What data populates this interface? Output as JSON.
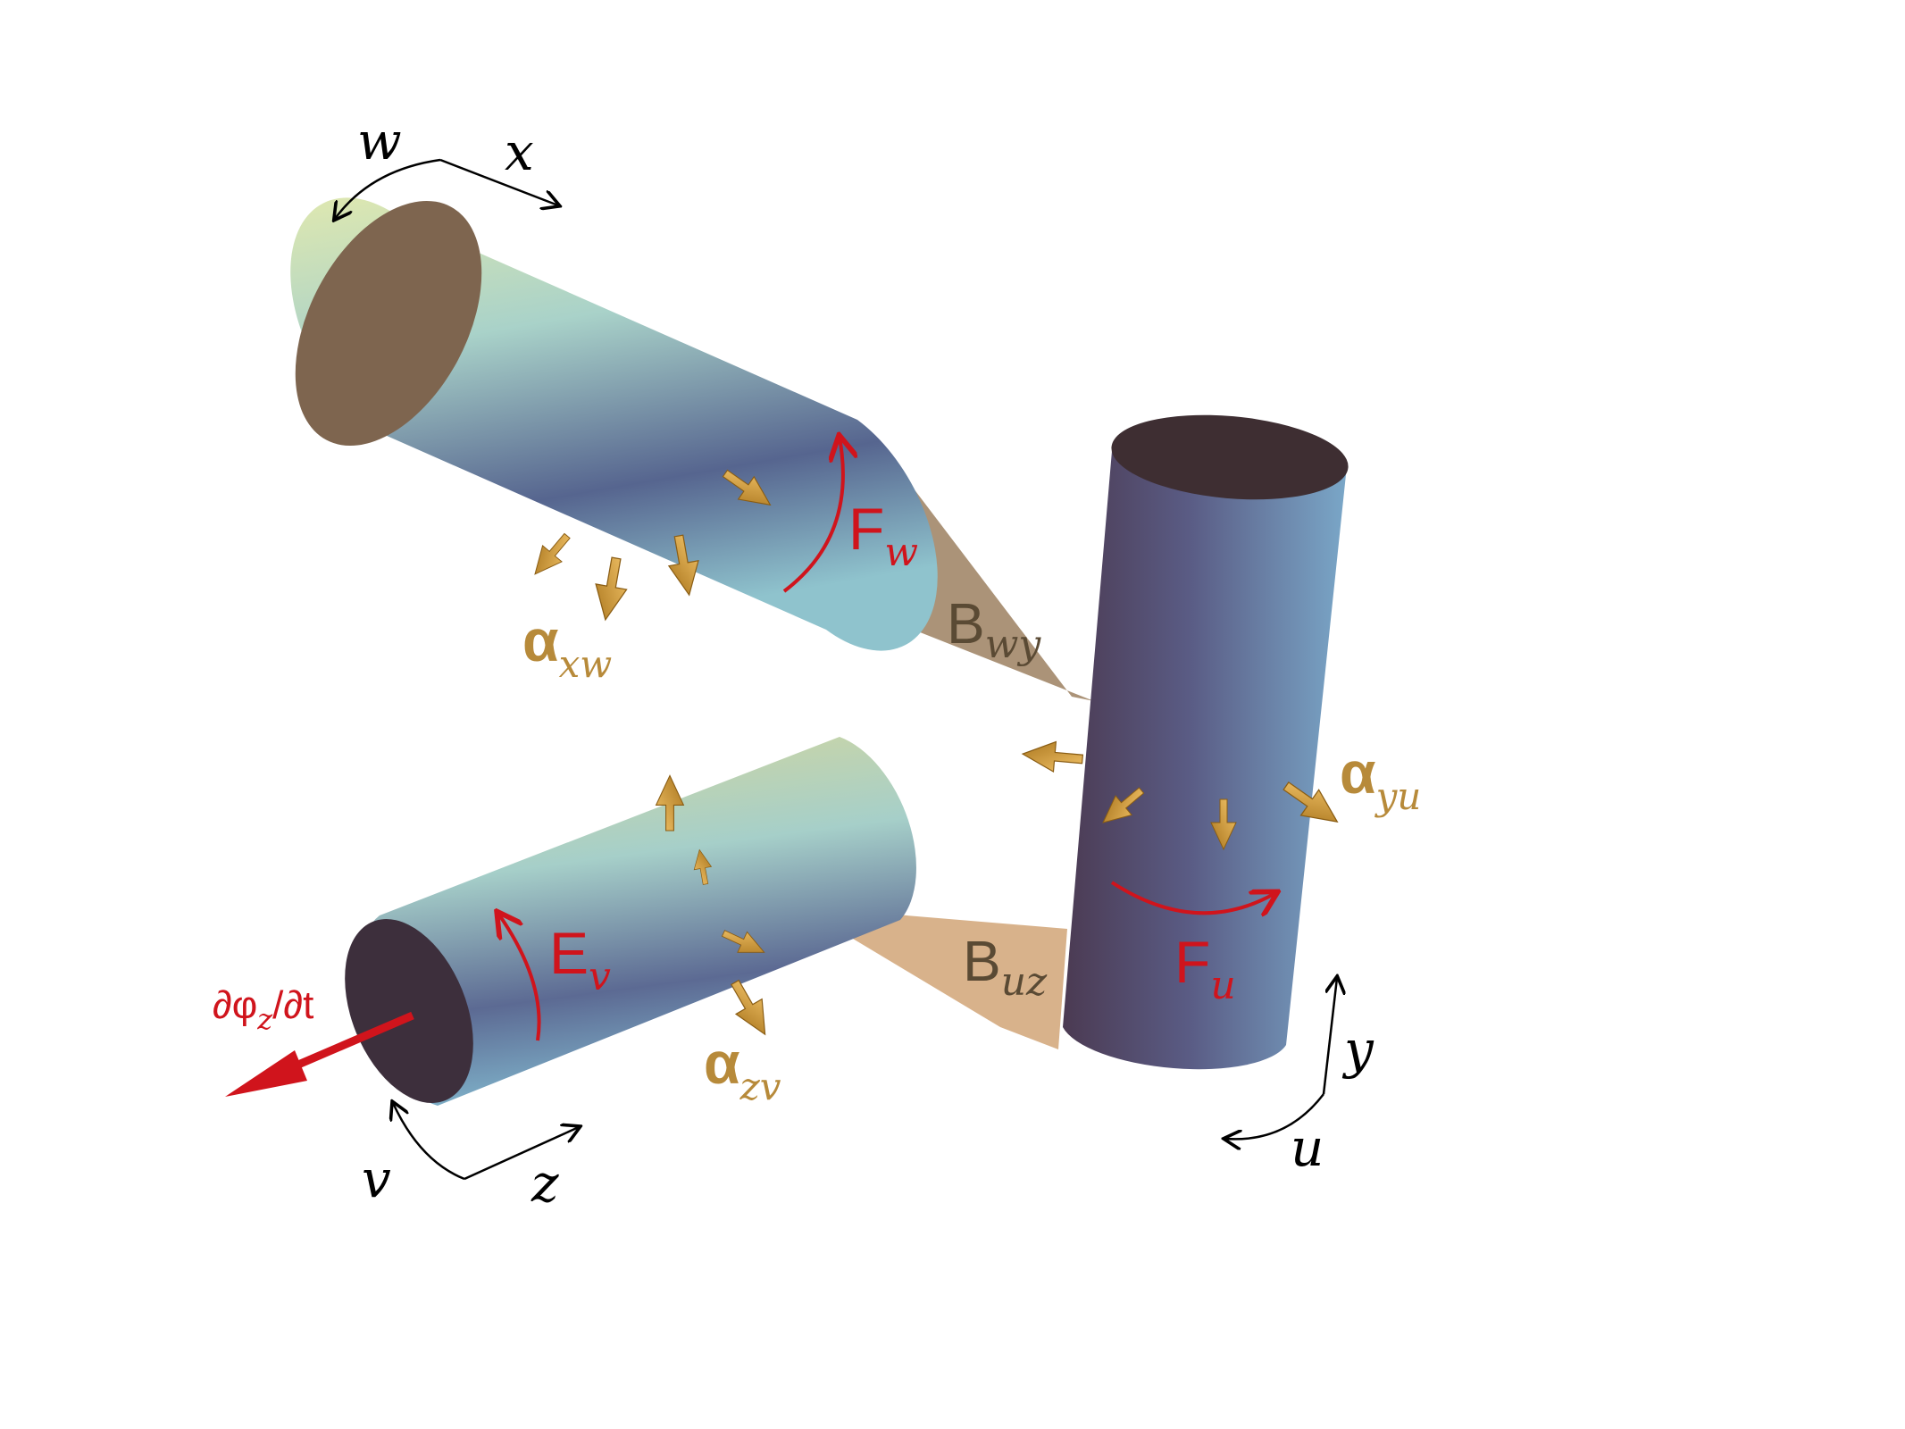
{
  "colors": {
    "field_red": "#d0141c",
    "alpha_orange": "#b78a3a",
    "bridge_text": "#5a4a34",
    "axis_black": "#000000"
  },
  "labels": {
    "top_left_axes": {
      "w": "w",
      "x": "x"
    },
    "bottom_left_axes": {
      "v": "v",
      "z": "z"
    },
    "right_axes": {
      "y": "y",
      "u": "u"
    },
    "F_w": {
      "main": "F",
      "sub": "w"
    },
    "F_u": {
      "main": "F",
      "sub": "u"
    },
    "E_v": {
      "main": "E",
      "sub": "v"
    },
    "B_wy": {
      "main": "B",
      "sub": "wy"
    },
    "B_uz": {
      "main": "B",
      "sub": "uz"
    },
    "alpha_xw": {
      "main": "α",
      "sub": "xw"
    },
    "alpha_yu": {
      "main": "α",
      "sub": "yu"
    },
    "alpha_zv": {
      "main": "α",
      "sub": "zv"
    },
    "dphi": {
      "pre": "∂φ",
      "sub": "z",
      "post": "/∂t"
    }
  }
}
